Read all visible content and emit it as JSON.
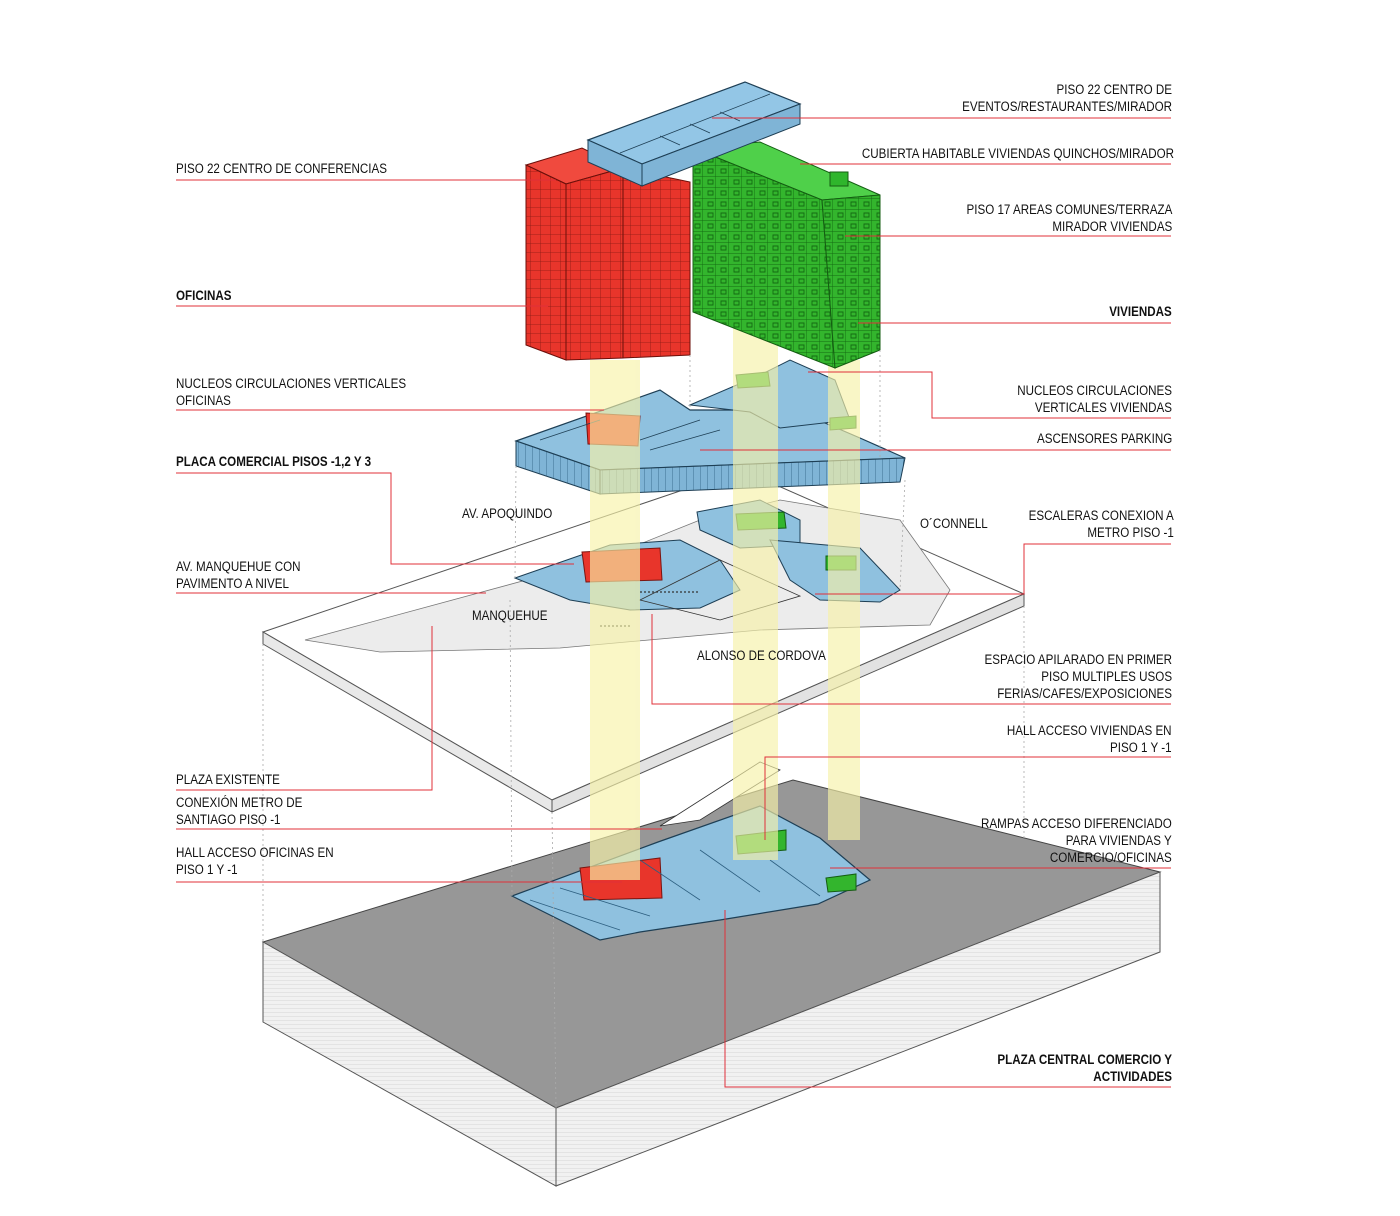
{
  "colors": {
    "leader": "#e0303a",
    "office": "#e8352b",
    "housing": "#2fb52c",
    "commercial": "#8fc1df",
    "column": "#f7f2a8"
  },
  "labels_left": {
    "conferencias": "PISO 22 CENTRO DE CONFERENCIAS",
    "oficinas": "OFICINAS",
    "nucleos_oficinas_1": "NUCLEOS CIRCULACIONES VERTICALES",
    "nucleos_oficinas_2": "OFICINAS",
    "placa": "PLACA COMERCIAL PISOS -1,2 Y 3",
    "manquehue_1": "AV. MANQUEHUE CON",
    "manquehue_2": "PAVIMENTO A NIVEL",
    "plaza_existente": "PLAZA EXISTENTE",
    "metro_1": "CONEXIÓN METRO DE",
    "metro_2": "SANTIAGO PISO -1",
    "hall_oficinas_1": "HALL ACCESO OFICINAS EN",
    "hall_oficinas_2": "PISO 1 Y -1"
  },
  "labels_right": {
    "eventos_1": "PISO 22 CENTRO DE",
    "eventos_2": "EVENTOS/RESTAURANTES/MIRADOR",
    "cubierta": "CUBIERTA HABITABLE VIVIENDAS QUINCHOS/MIRADOR",
    "piso17_1": "PISO 17 AREAS COMUNES/TERRAZA",
    "piso17_2": "MIRADOR VIVIENDAS",
    "viviendas": "VIVIENDAS",
    "nucleos_viv_1": "NUCLEOS CIRCULACIONES",
    "nucleos_viv_2": "VERTICALES VIVIENDAS",
    "ascensores": "ASCENSORES PARKING",
    "escaleras_1": "ESCALERAS CONEXION A",
    "escaleras_2": "METRO PISO -1",
    "espacio_1": "ESPACIO APILARADO EN PRIMER",
    "espacio_2": "PISO MULTIPLES USOS",
    "espacio_3": "FERIAS/CAFES/EXPOSICIONES",
    "hall_viv_1": "HALL ACCESO VIVIENDAS EN",
    "hall_viv_2": "PISO 1 Y -1",
    "rampas_1": "RAMPAS ACCESO DIFERENCIADO",
    "rampas_2": "PARA VIVIENDAS Y",
    "rampas_3": "COMERCIO/OFICINAS",
    "plaza_central_1": "PLAZA CENTRAL COMERCIO Y",
    "plaza_central_2": "ACTIVIDADES"
  },
  "streets": {
    "apoquindo": "AV. APOQUINDO",
    "oconnell": "O´CONNELL",
    "manquehue": "MANQUEHUE",
    "alonso": "ALONSO DE CORDOVA"
  }
}
